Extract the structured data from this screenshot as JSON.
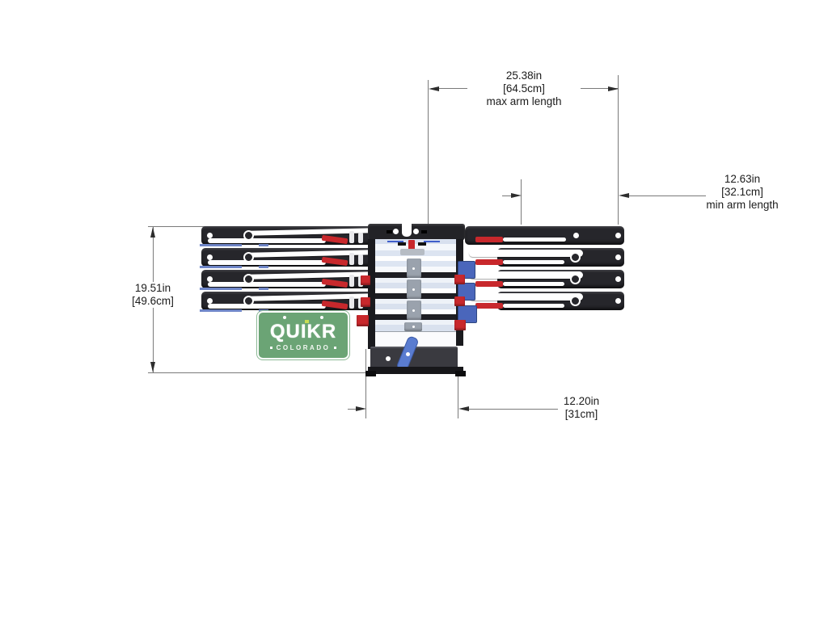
{
  "drawing": {
    "dimensions": {
      "max_arm_length": {
        "value_in": "25.38in",
        "value_cm": "[64.5cm]",
        "label": "max arm length"
      },
      "min_arm_length": {
        "value_in": "12.63in",
        "value_cm": "[32.1cm]",
        "label": "min arm length"
      },
      "overall_height": {
        "value_in": "19.51in",
        "value_cm": "[49.6cm]"
      },
      "base_width": {
        "value_in": "12.20in",
        "value_cm": "[31cm]"
      }
    },
    "logo": {
      "brand": "QUIKR",
      "region": "COLORADO"
    },
    "colors": {
      "dimension_line": "#7a7a7a",
      "arrow": "#2d2d2d",
      "device_black": "#26262b",
      "accent_red": "#c8282c",
      "accent_blue": "#4a66bb",
      "lever_blue": "#5a7cd0",
      "plate_green": "#6ba475"
    }
  }
}
